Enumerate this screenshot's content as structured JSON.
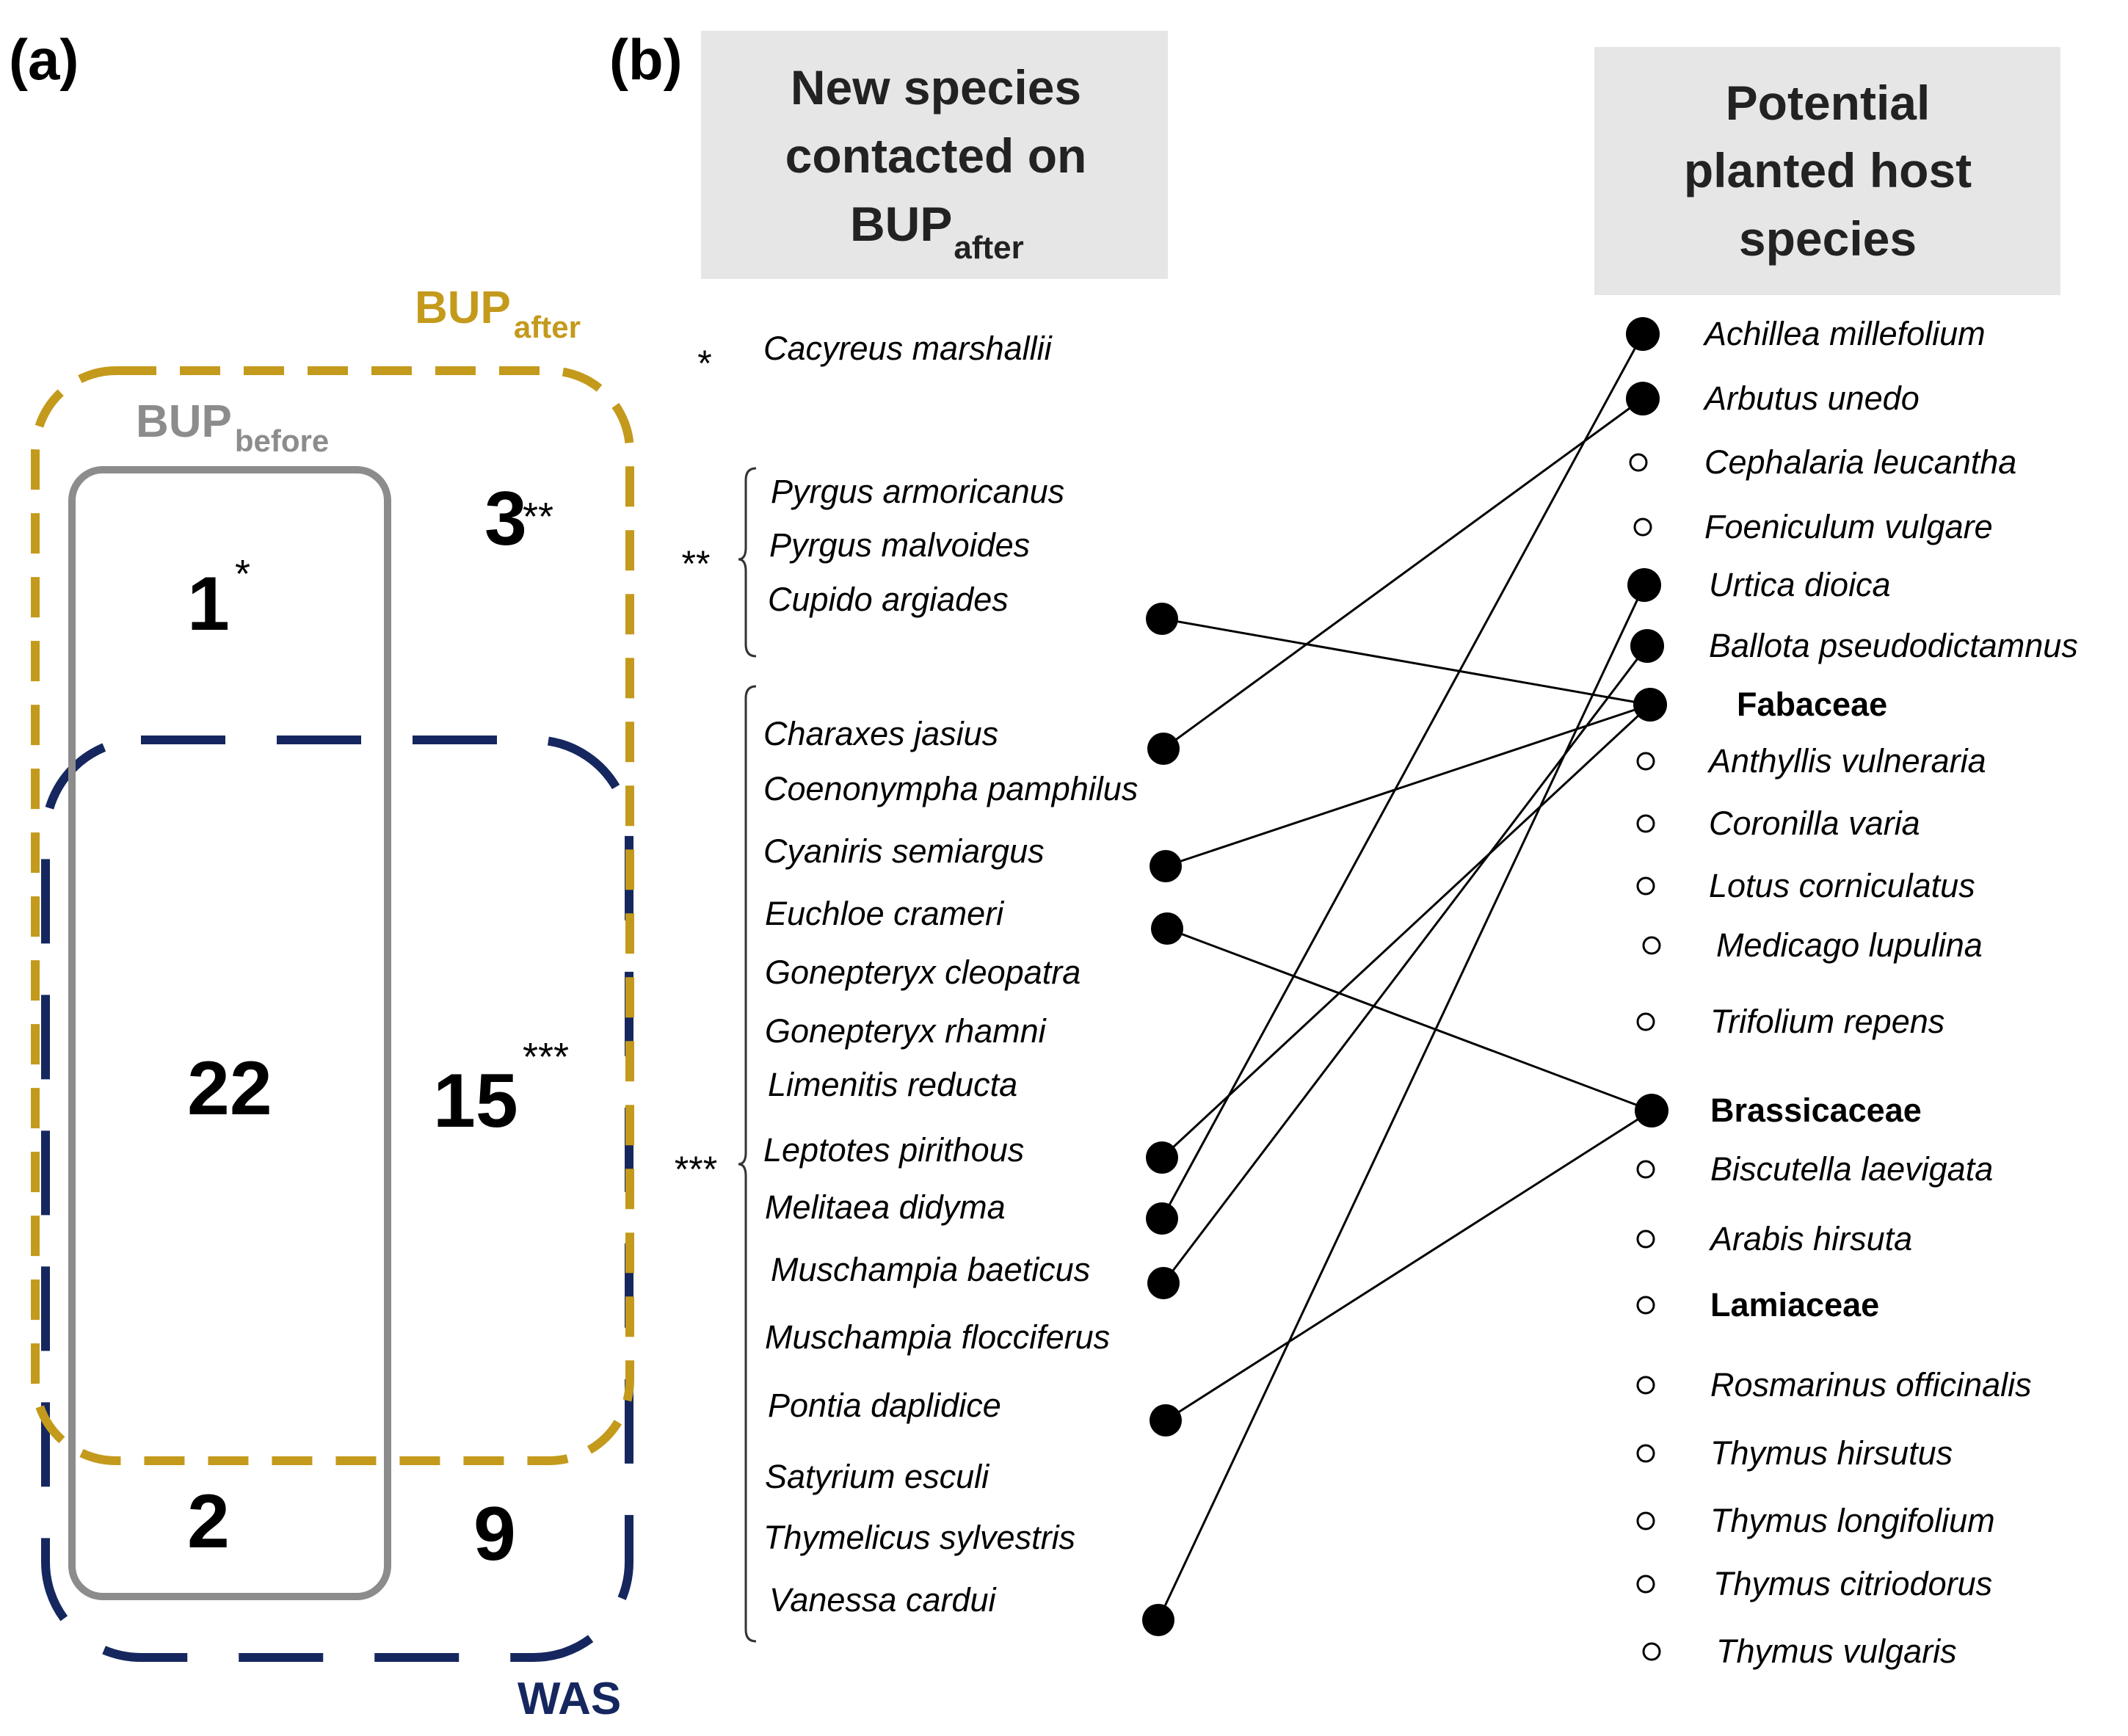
{
  "panel_labels": {
    "a": "(a)",
    "b": "(b)"
  },
  "venn": {
    "bup_after_label": "BUP",
    "bup_after_sub": "after",
    "bup_before_label": "BUP",
    "bup_before_sub": "before",
    "was_label": "WAS",
    "counts": {
      "bup_before_only": "1",
      "bup_before_only_sig": "*",
      "bup_after_only": "3",
      "bup_after_only_sig": "**",
      "center": "22",
      "after_was": "15",
      "after_was_sig": "***",
      "before_was": "2",
      "was_only": "9"
    },
    "colors": {
      "bup_after": "#C49A1C",
      "bup_before": "#8C8C8C",
      "was": "#15275E"
    }
  },
  "headers": {
    "new_species": {
      "line1": "New species",
      "line2": "contacted on",
      "line3": "BUP",
      "line3_sub": "after"
    },
    "hosts": {
      "line1": "Potential",
      "line2": "planted host",
      "line3": "species"
    }
  },
  "group_markers": {
    "g1": "*",
    "g2": "**",
    "g3": "***"
  },
  "species": [
    {
      "name": "Cacyreus marshallii",
      "dot": false
    },
    {
      "name": "Pyrgus armoricanus",
      "dot": false
    },
    {
      "name": "Pyrgus malvoides",
      "dot": false
    },
    {
      "name": "Cupido argiades",
      "dot": true
    },
    {
      "name": "Charaxes jasius",
      "dot": true
    },
    {
      "name": "Coenonympha pamphilus",
      "dot": false
    },
    {
      "name": "Cyaniris semiargus",
      "dot": true
    },
    {
      "name": "Euchloe crameri",
      "dot": true
    },
    {
      "name": "Gonepteryx cleopatra",
      "dot": false
    },
    {
      "name": "Gonepteryx rhamni",
      "dot": false
    },
    {
      "name": "Limenitis reducta",
      "dot": false
    },
    {
      "name": "Leptotes pirithous",
      "dot": true
    },
    {
      "name": "Melitaea didyma",
      "dot": true
    },
    {
      "name": "Muschampia baeticus",
      "dot": true
    },
    {
      "name": "Muschampia flocciferus",
      "dot": false
    },
    {
      "name": "Pontia daplidice",
      "dot": true
    },
    {
      "name": "Satyrium esculi",
      "dot": false
    },
    {
      "name": "Thymelicus sylvestris",
      "dot": false
    },
    {
      "name": "Vanessa cardui",
      "dot": true
    }
  ],
  "hosts": [
    {
      "name": "Achillea millefolium",
      "family": false,
      "filled": true
    },
    {
      "name": "Arbutus unedo",
      "family": false,
      "filled": true
    },
    {
      "name": "Cephalaria leucantha",
      "family": false,
      "filled": false
    },
    {
      "name": "Foeniculum vulgare",
      "family": false,
      "filled": false
    },
    {
      "name": "Urtica dioica",
      "family": false,
      "filled": true
    },
    {
      "name": "Ballota pseudodictamnus",
      "family": false,
      "filled": true
    },
    {
      "name": "Fabaceae",
      "family": true,
      "filled": true
    },
    {
      "name": "Anthyllis vulneraria",
      "family": false,
      "filled": false
    },
    {
      "name": "Coronilla varia",
      "family": false,
      "filled": false
    },
    {
      "name": "Lotus corniculatus",
      "family": false,
      "filled": false
    },
    {
      "name": "Medicago lupulina",
      "family": false,
      "filled": false
    },
    {
      "name": "Trifolium repens",
      "family": false,
      "filled": false
    },
    {
      "name": "Brassicaceae",
      "family": true,
      "filled": true
    },
    {
      "name": "Biscutella laevigata",
      "family": false,
      "filled": false
    },
    {
      "name": "Arabis hirsuta",
      "family": false,
      "filled": false
    },
    {
      "name": "Lamiaceae",
      "family": true,
      "filled": false
    },
    {
      "name": "Rosmarinus officinalis",
      "family": false,
      "filled": false
    },
    {
      "name": "Thymus hirsutus",
      "family": false,
      "filled": false
    },
    {
      "name": "Thymus longifolium",
      "family": false,
      "filled": false
    },
    {
      "name": "Thymus citriodorus",
      "family": false,
      "filled": false
    },
    {
      "name": "Thymus vulgaris",
      "family": false,
      "filled": false
    }
  ],
  "links": [
    {
      "from": "Cupido argiades",
      "to": "Fabaceae"
    },
    {
      "from": "Charaxes jasius",
      "to": "Arbutus unedo"
    },
    {
      "from": "Cyaniris semiargus",
      "to": "Fabaceae"
    },
    {
      "from": "Euchloe crameri",
      "to": "Brassicaceae"
    },
    {
      "from": "Leptotes pirithous",
      "to": "Fabaceae"
    },
    {
      "from": "Melitaea didyma",
      "to": "Achillea millefolium"
    },
    {
      "from": "Muschampia baeticus",
      "to": "Ballota pseudodictamnus"
    },
    {
      "from": "Pontia daplidice",
      "to": "Brassicaceae"
    },
    {
      "from": "Vanessa cardui",
      "to": "Urtica dioica"
    }
  ]
}
